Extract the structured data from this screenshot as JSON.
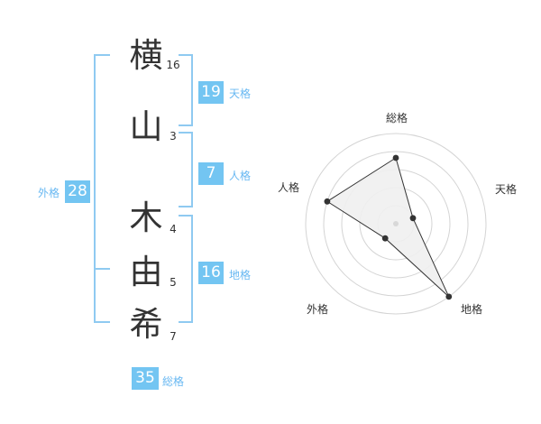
{
  "name": {
    "characters": [
      {
        "char": "横",
        "strokes": "16"
      },
      {
        "char": "山",
        "strokes": "3"
      },
      {
        "char": "木",
        "strokes": "4"
      },
      {
        "char": "由",
        "strokes": "5"
      },
      {
        "char": "希",
        "strokes": "7"
      }
    ]
  },
  "fortunes": {
    "tenkaku": {
      "value": "19",
      "label": "天格"
    },
    "jinkaku": {
      "value": "7",
      "label": "人格"
    },
    "chikaku": {
      "value": "16",
      "label": "地格"
    },
    "gaikaku": {
      "value": "28",
      "label": "外格"
    },
    "soukaku": {
      "value": "35",
      "label": "総格"
    }
  },
  "radar": {
    "labels": {
      "top": "総格",
      "right": "天格",
      "bottom_right": "地格",
      "bottom_left": "外格",
      "left": "人格"
    },
    "scores": {
      "soukaku": 0.73,
      "tenkaku": 0.2,
      "chikaku": 1.0,
      "gaikaku": 0.2,
      "jinkaku": 0.8
    },
    "colors": {
      "ring": "#d4d4d4",
      "fill": "#efefef",
      "line": "#333333",
      "center": "#d8d8d8"
    }
  }
}
